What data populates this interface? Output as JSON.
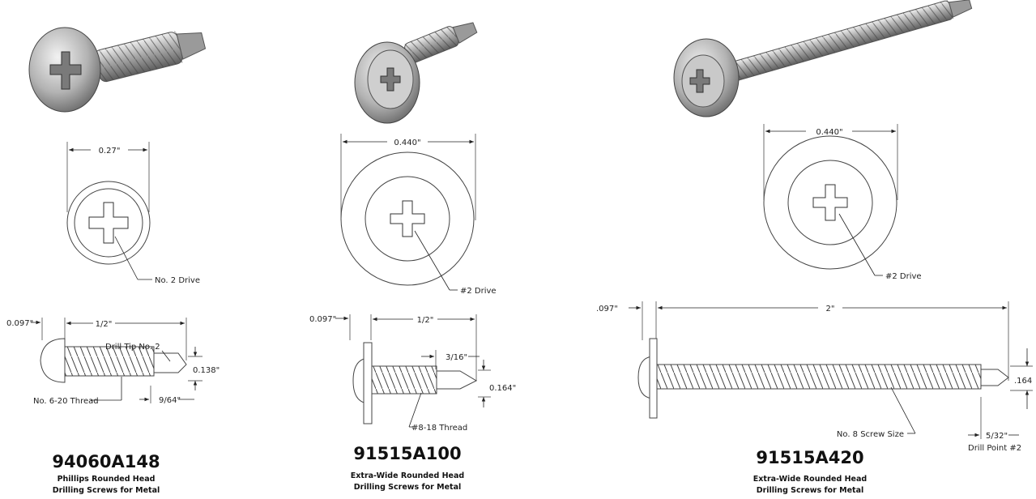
{
  "colors": {
    "line": "#222222",
    "metal_light": "#d8d8d8",
    "metal_dark": "#6e6e6e",
    "background": "#ffffff"
  },
  "products": [
    {
      "part_number": "94060A148",
      "desc_line1": "Phillips Rounded Head",
      "desc_line2": "Drilling Screws for Metal",
      "head_diameter": "0.27\"",
      "drive_label": "No. 2 Drive",
      "head_height": "0.097\"",
      "length": "1/2\"",
      "drill_tip": "Drill Tip No. 2",
      "thread_label": "No. 6-20 Thread",
      "tip_diameter": "0.138\"",
      "tip_length": "9/64\""
    },
    {
      "part_number": "91515A100",
      "desc_line1": "Extra-Wide Rounded Head",
      "desc_line2": "Drilling Screws for Metal",
      "head_diameter": "0.440\"",
      "drive_label": "#2 Drive",
      "head_height": "0.097\"",
      "length": "1/2\"",
      "tip_length": "3/16\"",
      "tip_diameter": "0.164\"",
      "thread_label": "#8-18 Thread"
    },
    {
      "part_number": "91515A420",
      "desc_line1": "Extra-Wide Rounded Head",
      "desc_line2": "Drilling Screws for Metal",
      "head_diameter": "0.440\"",
      "drive_label": "#2 Drive",
      "head_height": ".097\"",
      "length": "2\"",
      "tip_diameter": ".164",
      "screw_size": "No. 8 Screw Size",
      "tip_length": "5/32\"",
      "drill_point": "Drill Point #2"
    }
  ]
}
